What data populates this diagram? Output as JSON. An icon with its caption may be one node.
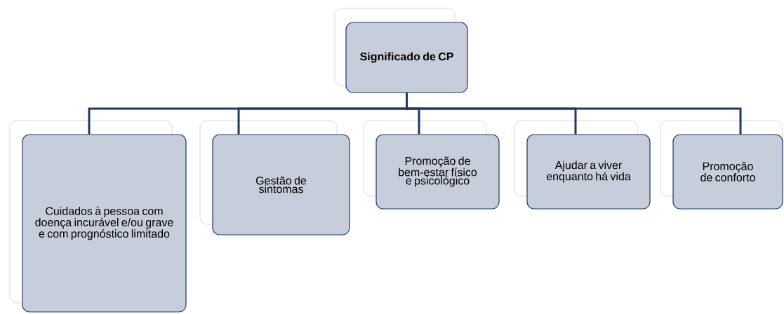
{
  "diagram": {
    "nodes": [
      {
        "text": [
          "Significado de CP"
        ]
      },
      {
        "text": [
          "Cuidados à pessoa com doença incurável e/ou grave e com prognóstico limitado"
        ]
      },
      {
        "text": [
          "Gestão de sintomas"
        ]
      },
      {
        "text": [
          "Promoção de bem-estar físico e psicológico"
        ]
      },
      {
        "text": [
          "Ajudar a viver enquanto há vida"
        ]
      },
      {
        "text": [
          "Promoção de conforto"
        ]
      }
    ],
    "edges": [
      {
        "from": 0,
        "to": 1,
        "arrow": "none"
      },
      {
        "from": 0,
        "to": 2,
        "arrow": "none"
      },
      {
        "from": 0,
        "to": 3,
        "arrow": "none"
      },
      {
        "from": 0,
        "to": 4,
        "arrow": "none"
      },
      {
        "from": 0,
        "to": 5,
        "arrow": "none"
      }
    ]
  }
}
